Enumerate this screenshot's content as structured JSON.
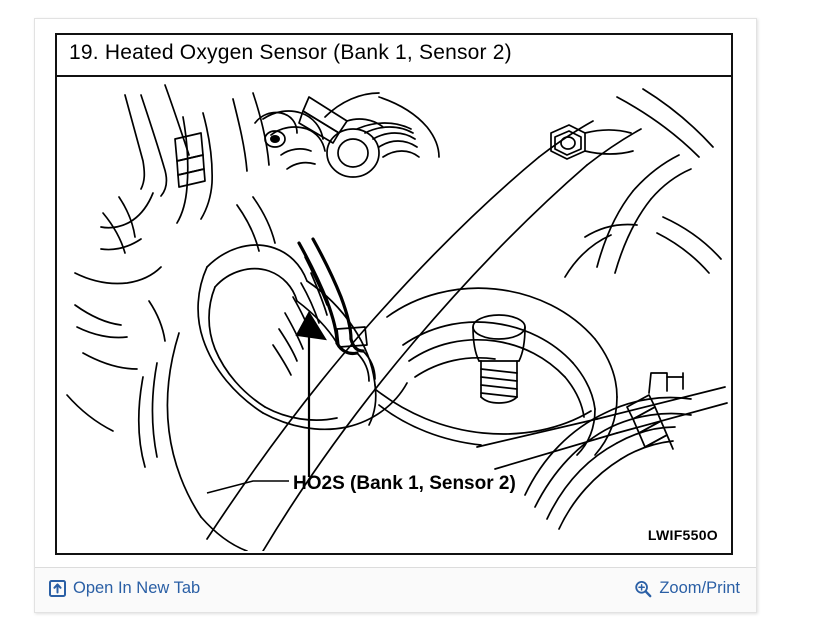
{
  "figure": {
    "number": "19.",
    "title": "19.  Heated Oxygen Sensor (Bank 1, Sensor 2)",
    "callout_label": "HO2S (Bank 1, Sensor 2)",
    "figure_code": "LWIF550O",
    "line_color": "#000000",
    "background": "#ffffff"
  },
  "actions": {
    "open_in_new_tab": {
      "label": "Open In New Tab",
      "icon": "open-in-new-tab-icon"
    },
    "zoom_print": {
      "label": "Zoom/Print",
      "icon": "magnifier-plus-icon"
    },
    "link_color": "#2a5fa5"
  }
}
